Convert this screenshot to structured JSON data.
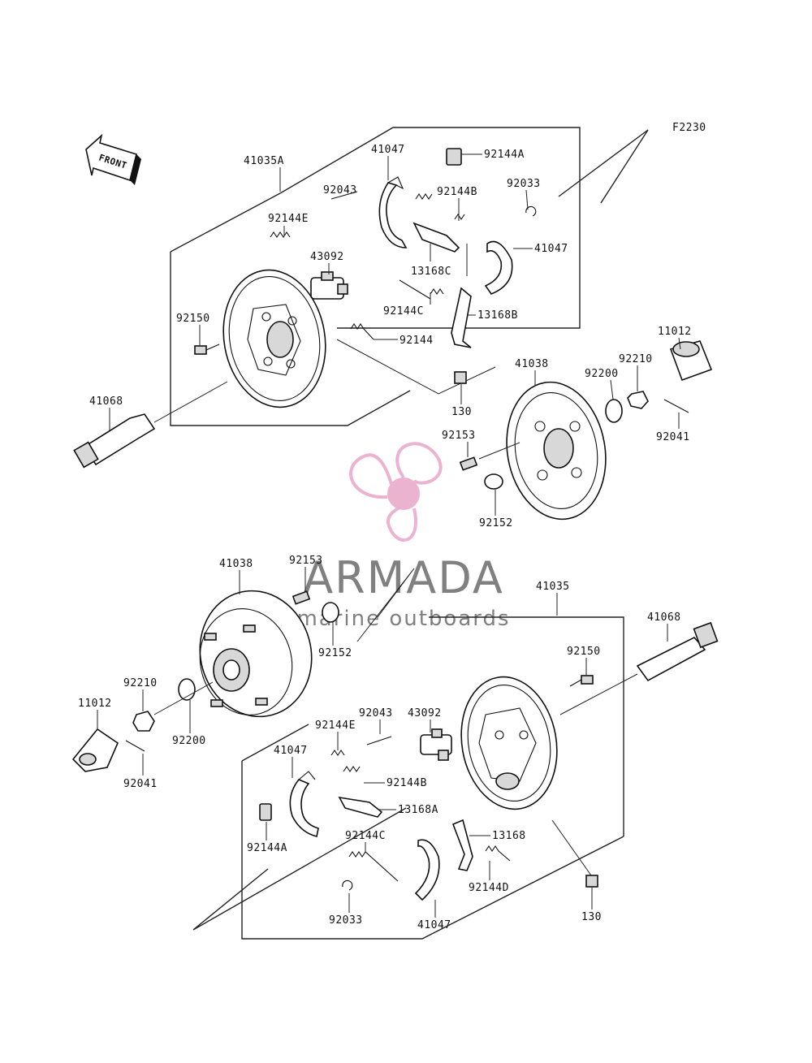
{
  "figure_code": "F2230",
  "front_label": "FRONT",
  "watermark": {
    "brand": "ARMADA",
    "tagline": "marine outboards",
    "color": "#e8a6c8"
  },
  "upper_assembly": {
    "labels": [
      "41035A",
      "41047",
      "92144A",
      "92043",
      "92144B",
      "92033",
      "92144E",
      "43092",
      "13168C",
      "41047",
      "92144C",
      "13168B",
      "92150",
      "92144",
      "11012",
      "41038",
      "92210",
      "92200",
      "41068",
      "130",
      "92041",
      "92153",
      "92152"
    ]
  },
  "lower_assembly": {
    "labels": [
      "41038",
      "92153",
      "41035",
      "41068",
      "92152",
      "92150",
      "92210",
      "11012",
      "92043",
      "43092",
      "92144E",
      "92200",
      "41047",
      "92144B",
      "92041",
      "13168A",
      "92144A",
      "92144C",
      "13168",
      "92144D",
      "92033",
      "41047",
      "130"
    ]
  }
}
